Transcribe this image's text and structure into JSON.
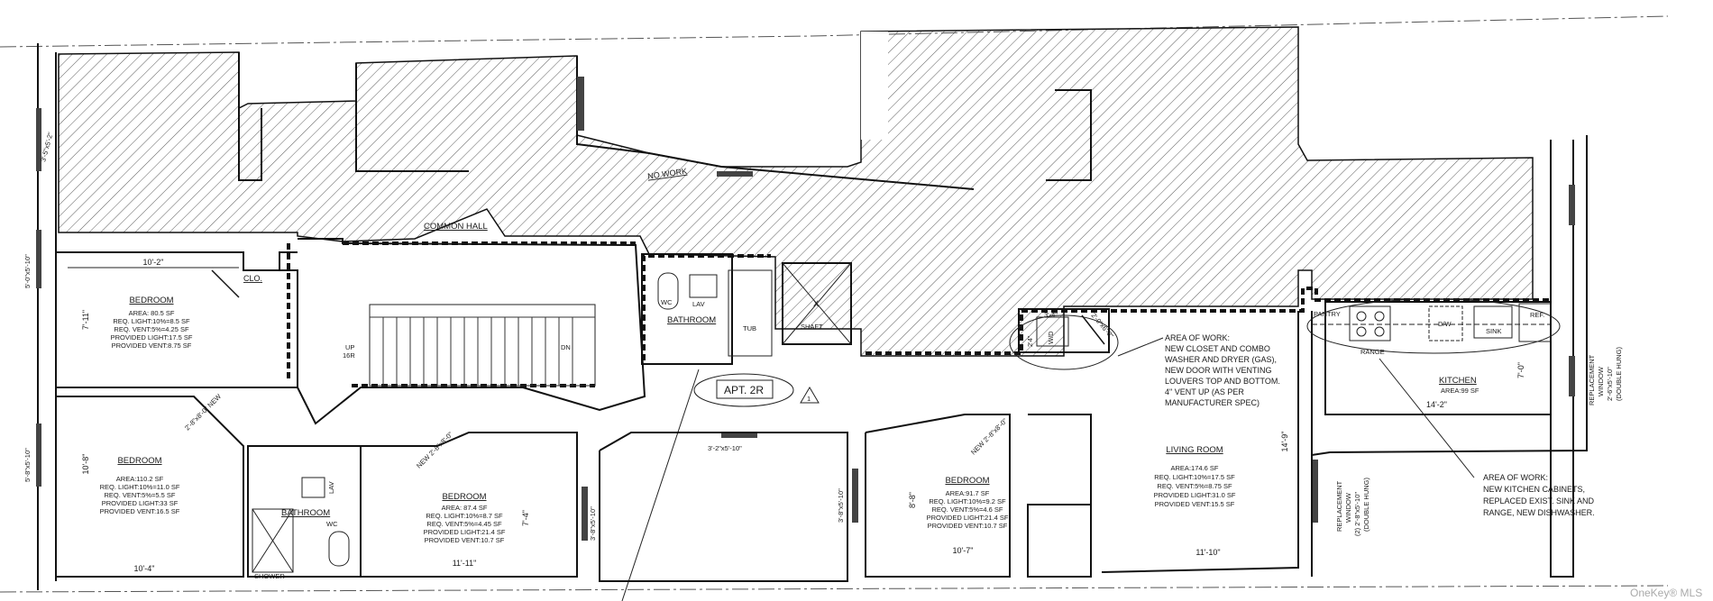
{
  "plan": {
    "apartment_label": "APT. 2R",
    "revision_mark": "1",
    "no_work_label": "NO WORK",
    "common_hall": "COMMON HALL",
    "stair_up": "UP",
    "stair_risers": "16R",
    "stair_down": "DN",
    "closet": "CLO.",
    "shaft": "SHAFT",
    "shaft_mark": "X",
    "watermark": "OneKey® MLS"
  },
  "rooms": {
    "bedroom1": {
      "name": "BEDROOM",
      "lines": [
        "AREA: 80.5 SF",
        "REQ. LIGHT:10%=8.5 SF",
        "REQ. VENT:5%=4.25 SF",
        "PROVIDED LIGHT:17.5 SF",
        "PROVIDED VENT:8.75 SF"
      ],
      "width": "10'-2\"",
      "depth": "7'-11\""
    },
    "bedroom2": {
      "name": "BEDROOM",
      "lines": [
        "AREA:110.2 SF",
        "REQ. LIGHT:10%=11.0 SF",
        "REQ. VENT:5%=5.5 SF",
        "PROVIDED LIGHT:33 SF",
        "PROVIDED VENT:16.5 SF"
      ],
      "width": "10'-4\"",
      "depth": "10'-8\""
    },
    "bedroom3": {
      "name": "BEDROOM",
      "lines": [
        "AREA: 87.4 SF",
        "REQ. LIGHT:10%=8.7 SF",
        "REQ. VENT:5%=4.45 SF",
        "PROVIDED LIGHT:21.4 SF",
        "PROVIDED VENT:10.7 SF"
      ],
      "width": "11'-11\"",
      "depth": "7'-4\""
    },
    "bedroom4": {
      "name": "BEDROOM",
      "lines": [
        "AREA:91.7 SF",
        "REQ. LIGHT:10%=9.2 SF",
        "REQ. VENT:5%=4.6 SF",
        "PROVIDED LIGHT:21.4 SF",
        "PROVIDED VENT:10.7 SF"
      ],
      "width": "10'-7\"",
      "depth": "8'-8\""
    },
    "living": {
      "name": "LIVING ROOM",
      "lines": [
        "AREA:174.6 SF",
        "REQ. LIGHT:10%=17.5 SF",
        "REQ. VENT:5%=8.75 SF",
        "PROVIDED LIGHT:31.0 SF",
        "PROVIDED VENT:15.5 SF"
      ],
      "width": "11'-10\"",
      "depth": "14'-9\""
    },
    "kitchen": {
      "name": "KITCHEN",
      "area": "AREA:99 SF",
      "width": "14'-2\"",
      "depth": "7'-0\""
    },
    "bath1": {
      "name": "BATHROOM",
      "wc": "WC",
      "lav": "LAV",
      "tub": "TUB"
    },
    "bath2": {
      "name": "BATHROOM",
      "wc": "WC",
      "lav": "LAV",
      "shower": "SHOWER"
    }
  },
  "kitchen_fixtures": {
    "pantry": "PANTRY",
    "range": "RANGE",
    "dw": "D/W",
    "sink": "SINK",
    "ref": "REF."
  },
  "laundry": {
    "wd": "W/D",
    "dim1": "2'4\"",
    "dim2": "3'-4\"",
    "door": "2'-0\"x6'-8\""
  },
  "doors": {
    "new1": "2'-8\"x8'-0\" NEW",
    "new2": "NEW 2'-8\"x8'-0\"",
    "new3": "NEW 2'-8\"x8'-0\""
  },
  "windows": {
    "w_topleft": "3'-5\"x5'-2\"",
    "w_left1": "5'-0\"x5'-10\"",
    "w_left2": "5'-8\"x5'-10\"",
    "w_mid1": "3'-8\"x5'-10\"",
    "w_mid2": "3'-2\"x5'-10\"",
    "w_mid3": "3'-8\"x5'-10\"",
    "w_right": [
      "REPLACEMENT",
      "WINDOW",
      "2'-6\"x5'-10\"",
      "(DOUBLE HUNG)"
    ],
    "w_right2": [
      "REPLACEMENT",
      "WINDOW",
      "(2) 2'-8\"x5'-10\"",
      "(DOUBLE HUNG)"
    ]
  },
  "notes": {
    "laundry_note": [
      "AREA OF WORK:",
      "NEW CLOSET AND COMBO",
      "WASHER AND DRYER (GAS),",
      "NEW DOOR WITH VENTING",
      "LOUVERS TOP AND BOTTOM.",
      "4\" VENT UP (AS PER",
      "MANUFACTURER SPEC)"
    ],
    "kitchen_note": [
      "AREA OF WORK:",
      "NEW KITCHEN CABINETS,",
      "REPLACED EXIST. SINK AND",
      "RANGE, NEW DISHWASHER."
    ]
  }
}
